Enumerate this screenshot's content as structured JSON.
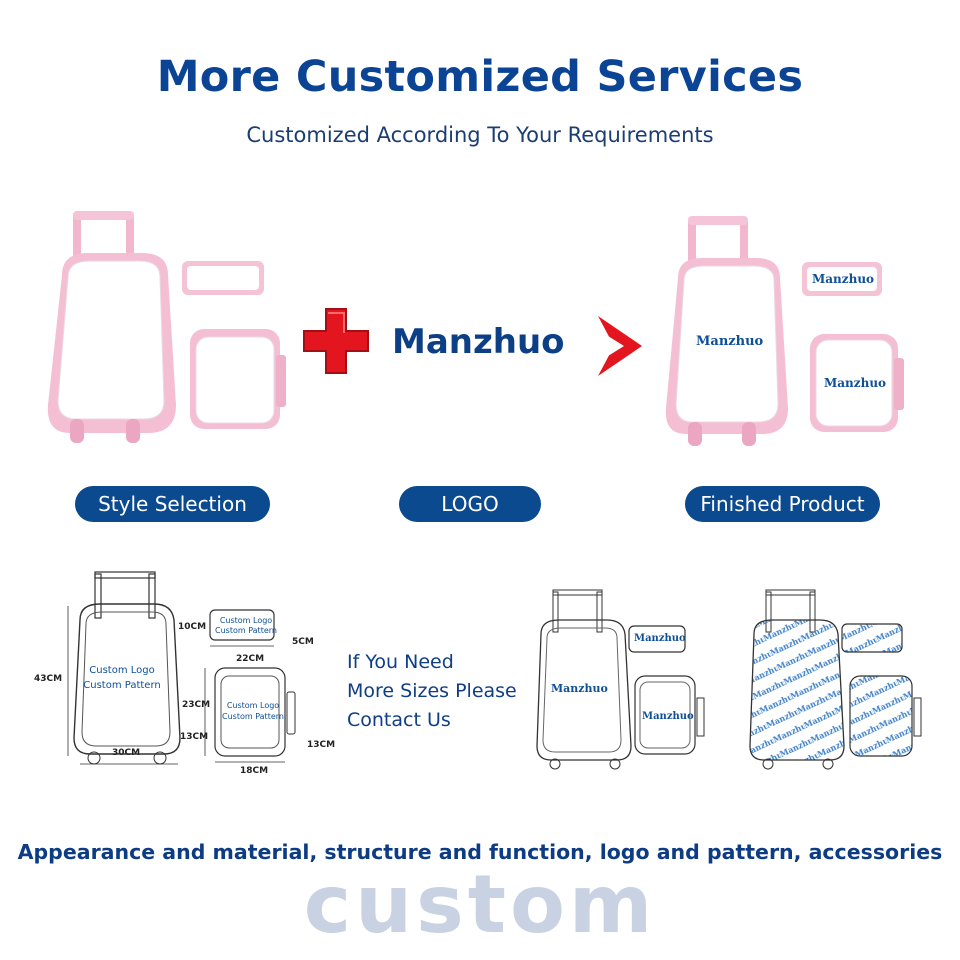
{
  "header": {
    "title": "More Customized Services",
    "subtitle": "Customized According To Your Requirements"
  },
  "steps": {
    "logo_word": "Manzhuo",
    "style_selection": "Style Selection",
    "logo": "LOGO",
    "finished_product": "Finished Product",
    "product_brand": "Manzhuo"
  },
  "diagram": {
    "custom_logo": "Custom Logo",
    "custom_pattern": "Custom Pattern",
    "dims": {
      "height": "43CM",
      "width": "30CM",
      "pencil_h": "10CM",
      "pencil_w": "22CM",
      "pencil_d": "5CM",
      "lunch_h": "23CM",
      "lunch_w": "18CM",
      "lunch_d": "13CM",
      "wheel": "13CM"
    }
  },
  "note": {
    "line1": "If You Need",
    "line2": "More Sizes Please",
    "line3": "Contact Us"
  },
  "footer": {
    "line": "Appearance and material, structure and function, logo and pattern, accessories",
    "big_word": "custom"
  },
  "colors": {
    "navy": "#0b4494",
    "pill": "#0c4a8f",
    "pink": "#f1b8cf",
    "red": "#e3161f",
    "custom_gray": "#c9d2e3"
  }
}
